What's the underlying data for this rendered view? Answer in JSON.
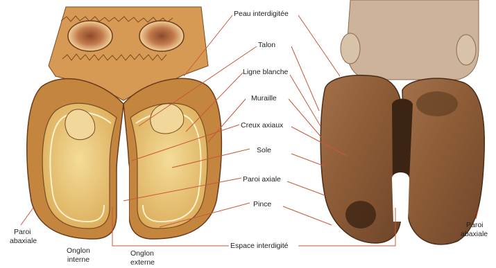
{
  "labels": {
    "peau_interdigitee": "Peau interdigitée",
    "talon": "Talon",
    "ligne_blanche": "Ligne blanche",
    "muraille": "Muraille",
    "creux_axiaux": "Creux axiaux",
    "sole": "Sole",
    "paroi_axiale": "Paroi axiale",
    "pince": "Pince",
    "espace_interdigite": "Espace interdigité",
    "paroi_abaxiale_left_l1": "Paroi",
    "paroi_abaxiale_left_l2": "abaxiale",
    "onglon_interne_l1": "Onglon",
    "onglon_interne_l2": "interne",
    "onglon_externe_l1": "Onglon",
    "onglon_externe_l2": "externe",
    "paroi_abaxiale_right_l1": "Paroi",
    "paroi_abaxiale_right_l2": "abaxiale"
  },
  "colors": {
    "leader_line": "#c9573a",
    "hoof_wall": "#c98a45",
    "sole": "#e8c878",
    "photo_horn": "#8a5a35"
  }
}
